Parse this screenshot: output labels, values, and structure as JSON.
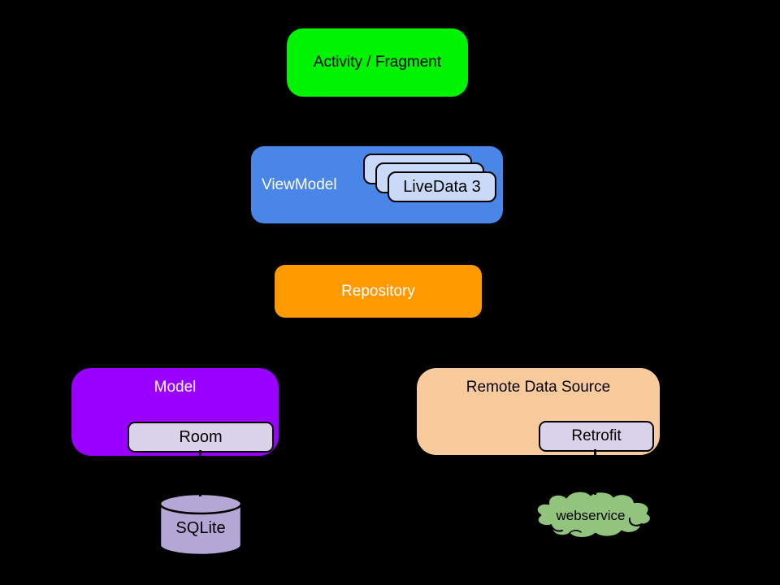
{
  "canvas": {
    "background": "#000000"
  },
  "nodes": {
    "activity": {
      "label": "Activity / Fragment",
      "fill": "#00f300",
      "text_color": "#000000"
    },
    "viewmodel": {
      "label": "ViewModel",
      "fill": "#4a86e8",
      "text_color": "#ffffff"
    },
    "livedata": {
      "label": "LiveData 3",
      "fill": "#c9daf8",
      "text_color": "#000000",
      "stack_count": 3
    },
    "repository": {
      "label": "Repository",
      "fill": "#ff9900",
      "text_color": "#ffffff"
    },
    "model": {
      "label": "Model",
      "fill": "#9900ff",
      "text_color": "#ffffff"
    },
    "room": {
      "label": "Room",
      "fill": "#d9d2e9",
      "text_color": "#000000"
    },
    "remote": {
      "label": "Remote Data Source",
      "fill": "#f9cb9c",
      "text_color": "#000000"
    },
    "retrofit": {
      "label": "Retrofit",
      "fill": "#d9d2e9",
      "text_color": "#000000"
    },
    "sqlite": {
      "label": "SQLite",
      "fill": "#b4a7d6",
      "text_color": "#000000",
      "shape": "cylinder"
    },
    "webservice": {
      "label": "webservice",
      "fill": "#93c47d",
      "text_color": "#000000",
      "shape": "cloud"
    }
  },
  "connectors": [
    {
      "from": "room",
      "to": "sqlite",
      "color": "#000000"
    },
    {
      "from": "retrofit",
      "to": "webservice",
      "color": "#000000"
    }
  ]
}
